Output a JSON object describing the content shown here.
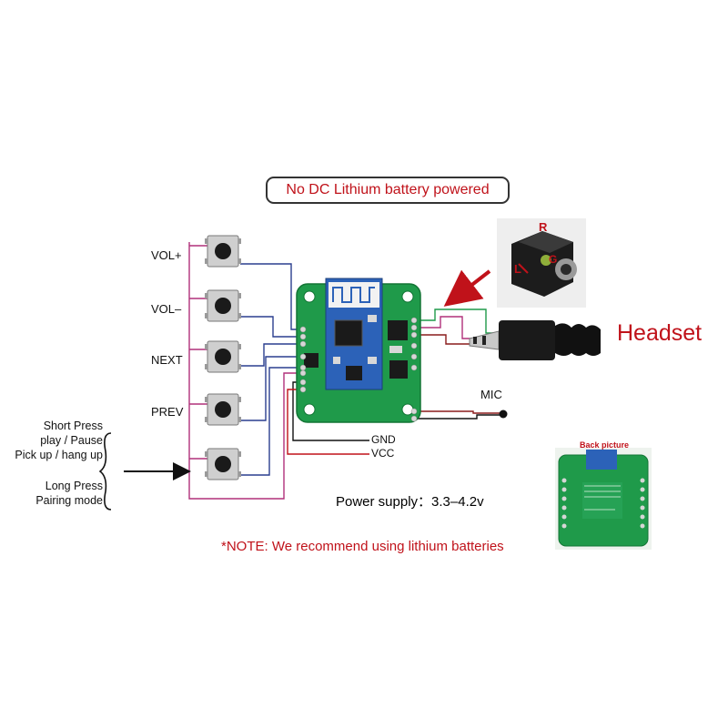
{
  "notice": "No DC  Lithium battery powered",
  "buttons": {
    "vol_plus": "VOL+",
    "vol_minus": "VOL–",
    "next": "NEXT",
    "prev": "PREV"
  },
  "press_legend": {
    "short_press": "Short Press",
    "short_action_1": "play / Pause",
    "short_action_2": "Pick up / hang up",
    "long_press": "Long Press",
    "long_action": "Pairing mode"
  },
  "jack": {
    "right": "R",
    "left": "L",
    "ground": "G"
  },
  "headset": "Headset",
  "mic": "MIC",
  "pins": {
    "gnd": "GND",
    "vcc": "VCC"
  },
  "power_supply": "Power supply：3.3–4.2v",
  "note": "*NOTE: We recommend using lithium batteries",
  "back_picture": "Back picture",
  "colors": {
    "accent_red": "#c0121a",
    "pcb_green": "#1f9a4a",
    "wire_blue": "#2a3f8f",
    "wire_magenta": "#b0307a",
    "wire_dark_red": "#8a1b1b"
  }
}
